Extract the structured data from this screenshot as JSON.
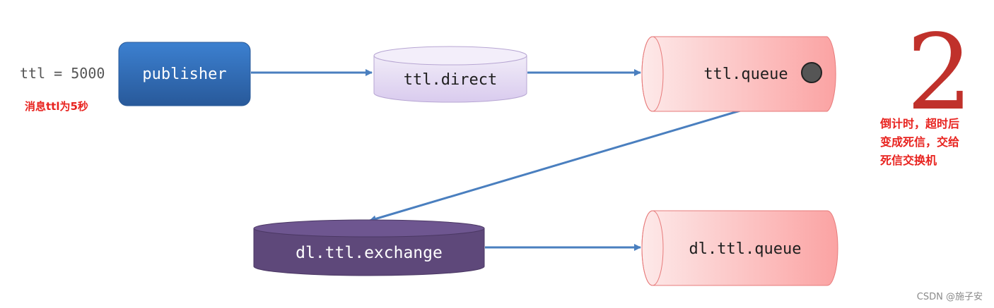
{
  "ttl_setting": "ttl = 5000",
  "ttl_note": "消息ttl为5秒",
  "publisher_label": "publisher",
  "direct_exchange_label": "ttl.direct",
  "ttl_queue_label": "ttl.queue",
  "dl_exchange_label": "dl.ttl.exchange",
  "dl_queue_label": "dl.ttl.queue",
  "step_number": "2",
  "countdown_note": [
    "倒计时，超时后",
    "变成死信，交给",
    "死信交换机"
  ],
  "watermark": "CSDN @施子安",
  "colors": {
    "publisher": "#2f6db5",
    "exchange_light": "#e6dcf3",
    "exchange_dark": "#5e487a",
    "queue": "#fbb8b8",
    "arrow": "#4a7fbf",
    "note_red": "#e8231f"
  }
}
